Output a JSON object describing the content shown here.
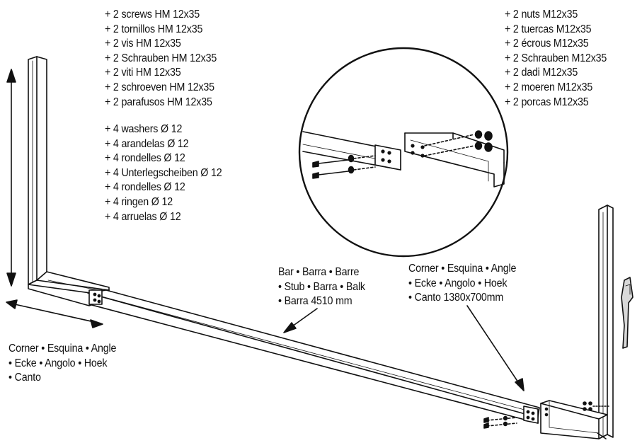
{
  "screws": [
    "+ 2 screws HM 12x35",
    "+ 2 tornillos HM 12x35",
    "+ 2 vis HM 12x35",
    "+ 2 Schrauben HM 12x35",
    "+ 2 viti HM 12x35",
    "+ 2 schroeven HM 12x35",
    "+ 2 parafusos HM 12x35"
  ],
  "washers": [
    "+ 4 washers Ø 12",
    "+ 4 arandelas Ø 12",
    "+ 4 rondelles Ø 12",
    "+ 4 Unterlegscheiben Ø 12",
    "+ 4 rondelles Ø 12",
    "+ 4 ringen Ø 12",
    "+ 4 arruelas Ø 12"
  ],
  "nuts": [
    "+ 2 nuts M12x35",
    "+ 2 tuercas M12x35",
    "+ 2 écrous M12x35",
    "+ 2 Schrauben M12x35",
    "+ 2 dadi M12x35",
    "+ 2 moeren M12x35",
    "+ 2 porcas M12x35"
  ],
  "bar_label": [
    "Bar • Barra • Barre",
    "• Stub • Barra • Balk",
    "• Barra   4510 mm"
  ],
  "corner_right_label": [
    "Corner • Esquina • Angle",
    "• Ecke • Angolo • Hoek",
    "• Canto       1380x700mm"
  ],
  "corner_left_label": [
    "Corner • Esquina • Angle",
    "• Ecke • Angolo • Hoek",
    "• Canto"
  ]
}
